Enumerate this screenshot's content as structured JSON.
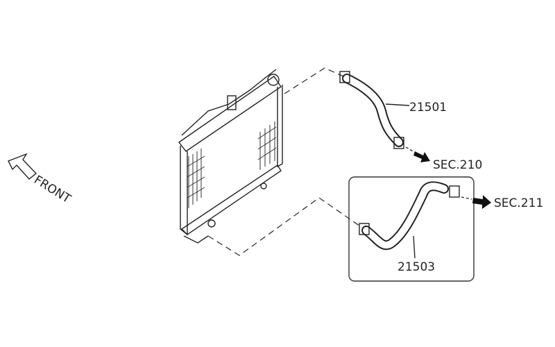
{
  "labels": {
    "front": "FRONT",
    "upper_hose_part": "21501",
    "lower_hose_part": "21503",
    "upper_section_ref": "SEC.210",
    "lower_section_ref": "SEC.211"
  }
}
